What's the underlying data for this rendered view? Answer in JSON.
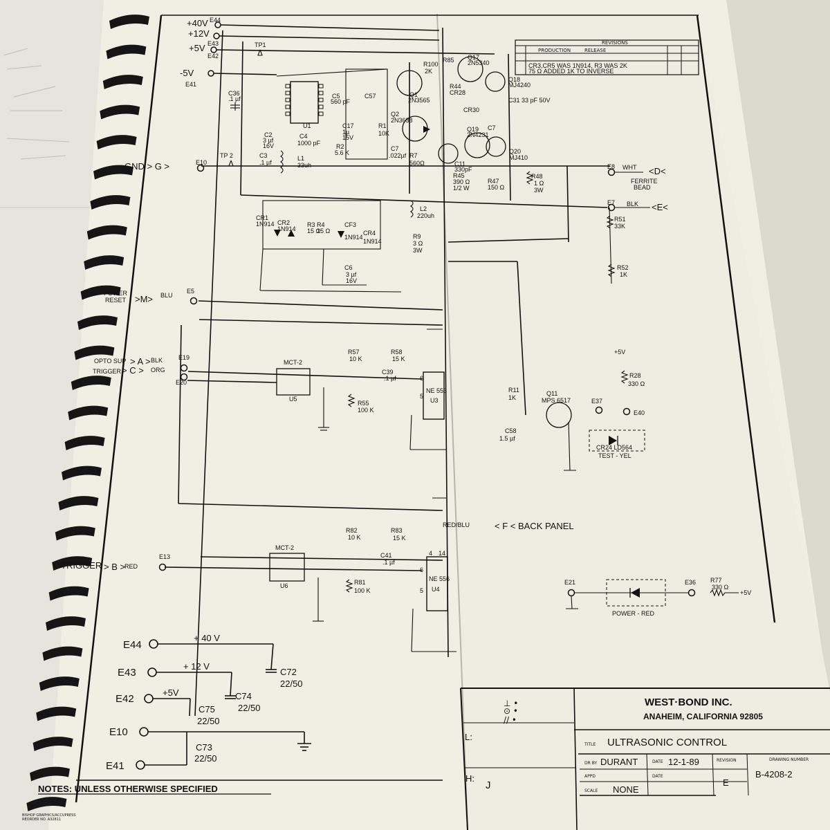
{
  "rails": [
    {
      "label": "+40V",
      "pad": "E44"
    },
    {
      "label": "+12V",
      "pad": "E43"
    },
    {
      "label": "+5V",
      "pad": "E42"
    },
    {
      "label": "-5V",
      "pad": "E41"
    }
  ],
  "testpoints": [
    "TP1",
    "TP 2"
  ],
  "connectors": {
    "gnd": {
      "label": "GND > G >",
      "pad": "E10"
    },
    "d": {
      "pad": "E8",
      "wire": "WHT",
      "label": "<D<",
      "note": [
        "FERRITE",
        "BEAD"
      ]
    },
    "e": {
      "pad": "E7",
      "wire": "BLK",
      "label": "<E<"
    },
    "m": {
      "label": [
        "POWER",
        "RESET"
      ],
      "pin": ">M>",
      "wire": "BLU",
      "pad": "E5"
    },
    "a": {
      "label": "OPTO SUP",
      "pin": "> A >",
      "wire": "BLK",
      "pad": "E19"
    },
    "c": {
      "label": "TRIGGER",
      "pin": "> C >",
      "wire": "ORG",
      "pad": "E20"
    },
    "f": {
      "wire": "RED/BLU",
      "label": "< F < BACK PANEL"
    },
    "b": {
      "label": "TRIGGER",
      "pin": "> B >",
      "wire": "RED",
      "pad": "E13"
    }
  },
  "components": {
    "u1": "U1",
    "c36": [
      "C36",
      ".1 µf"
    ],
    "c5": [
      "C5",
      "560 pF"
    ],
    "c57": "C57",
    "c2": [
      "C2",
      "3 µf",
      "16V"
    ],
    "c4": [
      "C4",
      "1000 pF"
    ],
    "c17": [
      "C17",
      "1µ",
      "15V"
    ],
    "r2": [
      "R2",
      "5.6 K"
    ],
    "r1": [
      "R1",
      "10K"
    ],
    "c3": [
      "C3",
      ".1 µf"
    ],
    "l1": [
      "L1",
      "33uh"
    ],
    "c7": [
      "C7",
      ".022µf"
    ],
    "r7": [
      "R7",
      "560Ω"
    ],
    "q1": [
      "Q1",
      "2N3565"
    ],
    "q2": [
      "Q2",
      "2N3638"
    ],
    "q17": [
      "Q17",
      "2N5340"
    ],
    "q18": [
      "Q18",
      "MJ4240"
    ],
    "q19": [
      "Q19",
      "2N4231"
    ],
    "q20": [
      "Q20",
      "MJ410"
    ],
    "r100": [
      "R100",
      "2K"
    ],
    "r85": "R85",
    "rnet": [
      "R44",
      "CR28"
    ],
    "c31": "C31 33 pF 50V",
    "cr30": "CR30",
    "c7b": "C7",
    "c11": [
      "C11",
      "330pF"
    ],
    "r45": [
      "R45",
      "390 Ω",
      "1/2 W"
    ],
    "r47": [
      "R47",
      "150 Ω"
    ],
    "r48": [
      "R48",
      "1 Ω",
      "3W"
    ],
    "r51": [
      "R51",
      "33K"
    ],
    "r52": [
      "R52",
      "1K"
    ],
    "l2": [
      "L2",
      "220uh"
    ],
    "r9": [
      "R9",
      "3 Ω",
      "3W"
    ],
    "cr1": [
      "CR1",
      "1N914"
    ],
    "cr2": [
      "CR2",
      "1N914"
    ],
    "r3": [
      "R3",
      "15 Ω"
    ],
    "r4": [
      "R4",
      "15 Ω"
    ],
    "cr3": [
      "CF3",
      "1N914"
    ],
    "cr4": [
      "CR4",
      "1N914"
    ],
    "c6": [
      "C6",
      "3 µf",
      "16V"
    ],
    "u5": [
      "MCT-2",
      "U5"
    ],
    "r55": [
      "R55",
      "100 K"
    ],
    "r57": [
      "R57",
      "10 K"
    ],
    "r58": [
      "R58",
      "15 K"
    ],
    "c39": [
      "C39",
      ".1 µf"
    ],
    "u3": [
      "NE 556",
      "U3",
      "6",
      "5"
    ],
    "r11": [
      "R11",
      "1K"
    ],
    "q11": [
      "Q11",
      "MPS 6517"
    ],
    "c58": [
      "C58",
      "1.5 µf"
    ],
    "e37": "E37",
    "r28": [
      "R28",
      "330 Ω",
      "+5V"
    ],
    "e40": "E40",
    "cr24": [
      "CR24 LD564",
      "TEST - YEL"
    ],
    "u6": [
      "MCT-2",
      "U6"
    ],
    "r81": [
      "R81",
      "100 K"
    ],
    "r82": [
      "R82",
      "10 K"
    ],
    "r83": [
      "R83",
      "15 K"
    ],
    "c41": [
      "C41",
      ".1 µf"
    ],
    "u4": [
      "NE 556",
      "U4",
      "6",
      "5",
      "4",
      "14"
    ],
    "e21": "E21",
    "power_led": "POWER - RED",
    "e36": "E36",
    "r77": [
      "R77",
      "330 Ω",
      "+5V"
    ]
  },
  "bypass": [
    {
      "pad": "E44",
      "voltage": "+ 40 V",
      "cap": "C72",
      "value": "22/50"
    },
    {
      "pad": "E43",
      "voltage": "+ 12 V",
      "cap": "C74",
      "value": "22/50"
    },
    {
      "pad": "E42",
      "voltage": "+5V",
      "cap": "C75",
      "value": "22/50"
    },
    {
      "pad": "E10"
    },
    {
      "pad": "E41",
      "cap": "C73",
      "value": "22/50"
    }
  ],
  "notes": {
    "heading": "NOTES:  UNLESS  OTHERWISE  SPECIFIED",
    "printer": [
      "BISHOP GRAPHICS/ACCUPRESS",
      "REORDER NO. A32811"
    ]
  },
  "title_block": {
    "revisions_label": "REVISIONS",
    "production_label": "PRODUCTION",
    "release_label": "RELEASE",
    "revision_note_1": "CR3,CR5 WAS 1N914, R3 WAS 2K",
    "revision_note_2": "75 Ω ADDED 1K TO INVERSE",
    "legend": [
      "⊥ •",
      "⊙ •",
      "// •"
    ],
    "side_l": "L:",
    "side_h": "H:",
    "checker": "J",
    "company": "WEST·BOND INC.",
    "location": "ANAHEIM, CALIFORNIA 92805",
    "title_label": "TITLE",
    "title": "ULTRASONIC   CONTROL",
    "drawn_label": "DR BY",
    "drawn_by": "DURANT",
    "date_label": "DATE",
    "date": "12-1-89",
    "appd_label": "APPD",
    "scale_label": "SCALE",
    "scale": "NONE",
    "revision_label": "REVISION",
    "revision": "E",
    "drawing_number_label": "DRAWING NUMBER",
    "drawing_number": "B-4208-2"
  }
}
